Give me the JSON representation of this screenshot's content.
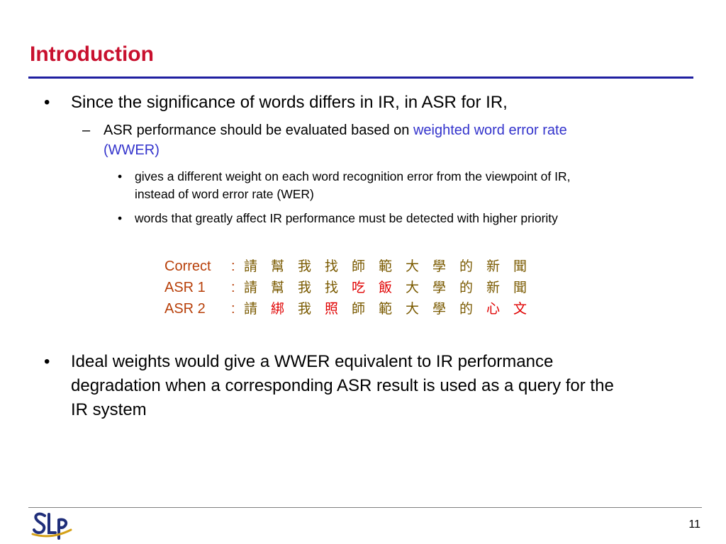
{
  "slide": {
    "title": "Introduction",
    "page_number": "11"
  },
  "bullets": {
    "b1": "Since the significance of words differs in IR, in ASR for IR,",
    "b1_sub1_prefix": "ASR performance should be evaluated based on",
    "b1_sub1_highlight_line1": "weighted word error rate",
    "b1_sub1_highlight_line2": "(WWER)",
    "b1_sub1_sub1_line1": "gives a different weight on each word recognition error from the viewpoint of IR,",
    "b1_sub1_sub1_line2": "instead of word error rate (WER)",
    "b1_sub1_sub2": "words that greatly affect IR performance must be detected with higher priority",
    "b2_line1": "Ideal weights would give a WWER equivalent to IR performance",
    "b2_line2": "degradation when a corresponding ASR result is used as a query for the",
    "b2_line3": "IR system"
  },
  "comparison": {
    "separator": ":",
    "rows": [
      {
        "label": "Correct",
        "chars": [
          "請",
          "幫",
          "我",
          "找",
          "師",
          "範",
          "大",
          "學",
          "的",
          "新",
          "聞"
        ],
        "errors": []
      },
      {
        "label": "ASR 1",
        "chars": [
          "請",
          "幫",
          "我",
          "找",
          "吃",
          "飯",
          "大",
          "學",
          "的",
          "新",
          "聞"
        ],
        "errors": [
          4,
          5
        ]
      },
      {
        "label": "ASR 2",
        "chars": [
          "請",
          "綁",
          "我",
          "照",
          "師",
          "範",
          "大",
          "學",
          "的",
          "心",
          "文"
        ],
        "errors": [
          1,
          3,
          9,
          10
        ]
      }
    ]
  },
  "colors": {
    "title": "#c8102e",
    "title_rule": "#1f1fa0",
    "highlight_blue": "#3333cc",
    "label_orange": "#b8400a",
    "char_normal": "#7a5a00",
    "char_error": "#e00000",
    "logo_blue": "#1f2e7a",
    "logo_gold": "#d4a017"
  }
}
